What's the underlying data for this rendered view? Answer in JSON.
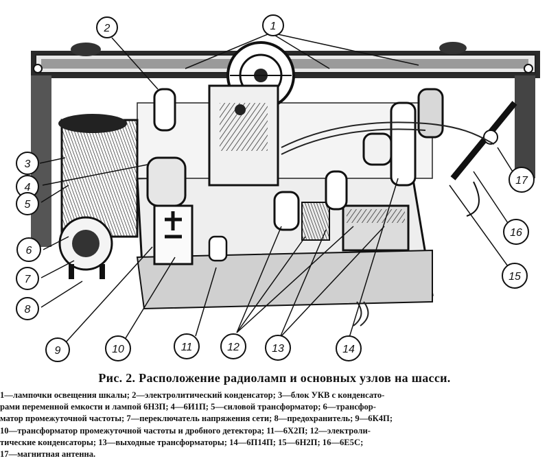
{
  "figure": {
    "callouts": [
      "1",
      "2",
      "3",
      "4",
      "5",
      "6",
      "7",
      "8",
      "9",
      "10",
      "11",
      "12",
      "13",
      "14",
      "15",
      "16",
      "17"
    ]
  },
  "caption": {
    "title": "Рис. 2. Расположение радиоламп и основных узлов на шасси.",
    "lines": [
      "1—лампочки освещения шкалы; 2—электролитический конденсатор; 3—блок УКВ с конденсато-",
      "рами переменной емкости и лампой 6Н3П; 4—6И1П; 5—силовой трансформатор; 6—трансфор-",
      "матор промежуточной частоты; 7—переключатель напряжения сети; 8—предохранитель; 9—6К4П;",
      "10—трансформатор промежуточной частоты и дробного детектора; 11—6Х2П; 12—электроли-",
      "тические конденсаторы; 13—выходные трансформаторы; 14—6П14П; 15—6Н2П; 16—6Е5С;",
      "17—магнитная антенна."
    ]
  }
}
